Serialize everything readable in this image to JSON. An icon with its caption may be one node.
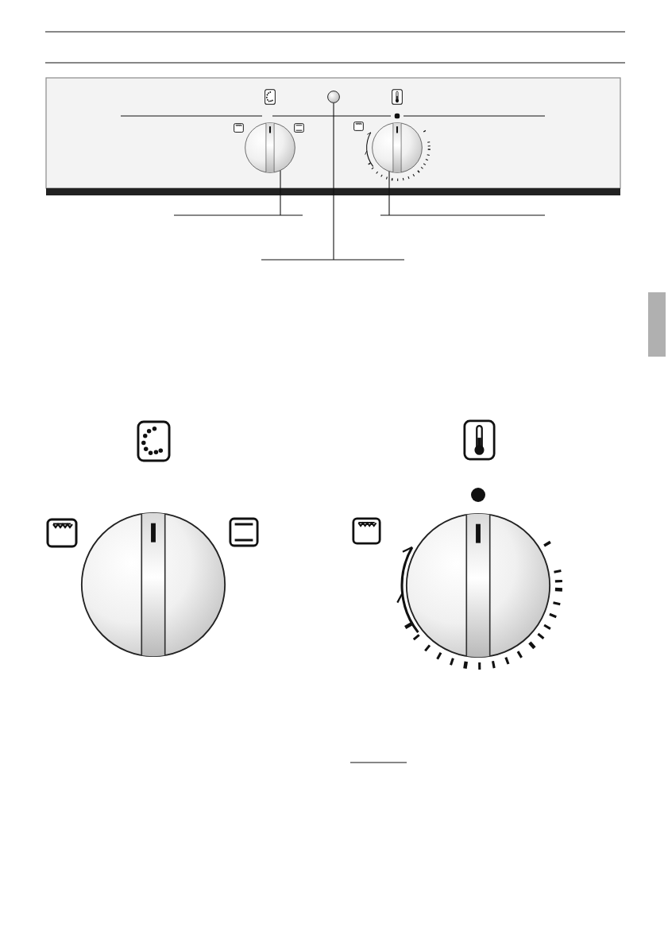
{
  "diagram": {
    "nodes": [
      {
        "text": [],
        "shape": "knob"
      },
      {
        "text": [],
        "shape": "circle"
      },
      {
        "text": [],
        "shape": "knob"
      }
    ],
    "edges": [
      {
        "from": null,
        "to": 0,
        "arrow": "none"
      },
      {
        "from": null,
        "to": 1,
        "arrow": "none"
      },
      {
        "from": null,
        "to": 2,
        "arrow": "none"
      }
    ]
  }
}
